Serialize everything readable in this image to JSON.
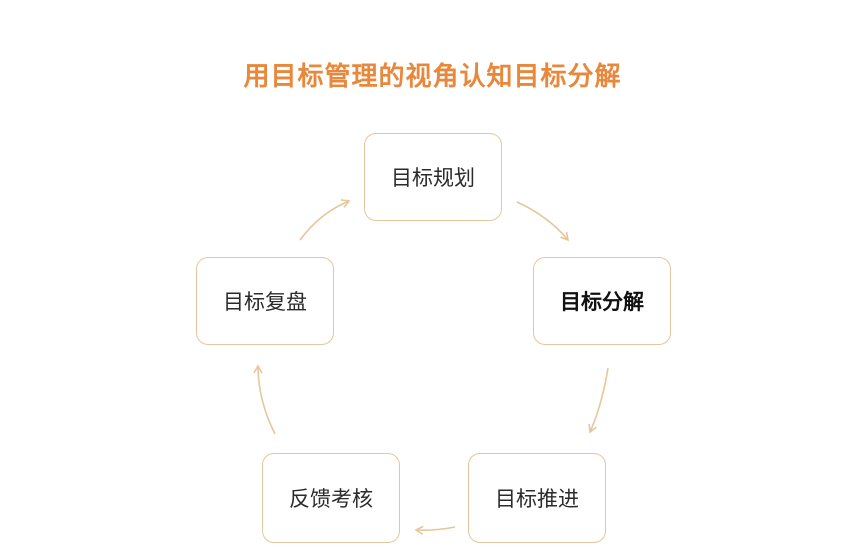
{
  "diagram": {
    "title": "用目标管理的视角认知目标分解",
    "nodes": [
      {
        "id": "n1",
        "label": "目标规划"
      },
      {
        "id": "n2",
        "label": "目标分解",
        "highlight": true
      },
      {
        "id": "n3",
        "label": "目标推进"
      },
      {
        "id": "n4",
        "label": "反馈考核"
      },
      {
        "id": "n5",
        "label": "目标复盘"
      }
    ],
    "edges": [
      {
        "from": "n1",
        "to": "n2"
      },
      {
        "from": "n2",
        "to": "n3"
      },
      {
        "from": "n3",
        "to": "n4"
      },
      {
        "from": "n4",
        "to": "n5"
      },
      {
        "from": "n5",
        "to": "n1"
      }
    ],
    "colors": {
      "title": "#e8883d",
      "border": "#e4c79c",
      "arrow": "#e6c69b"
    }
  }
}
